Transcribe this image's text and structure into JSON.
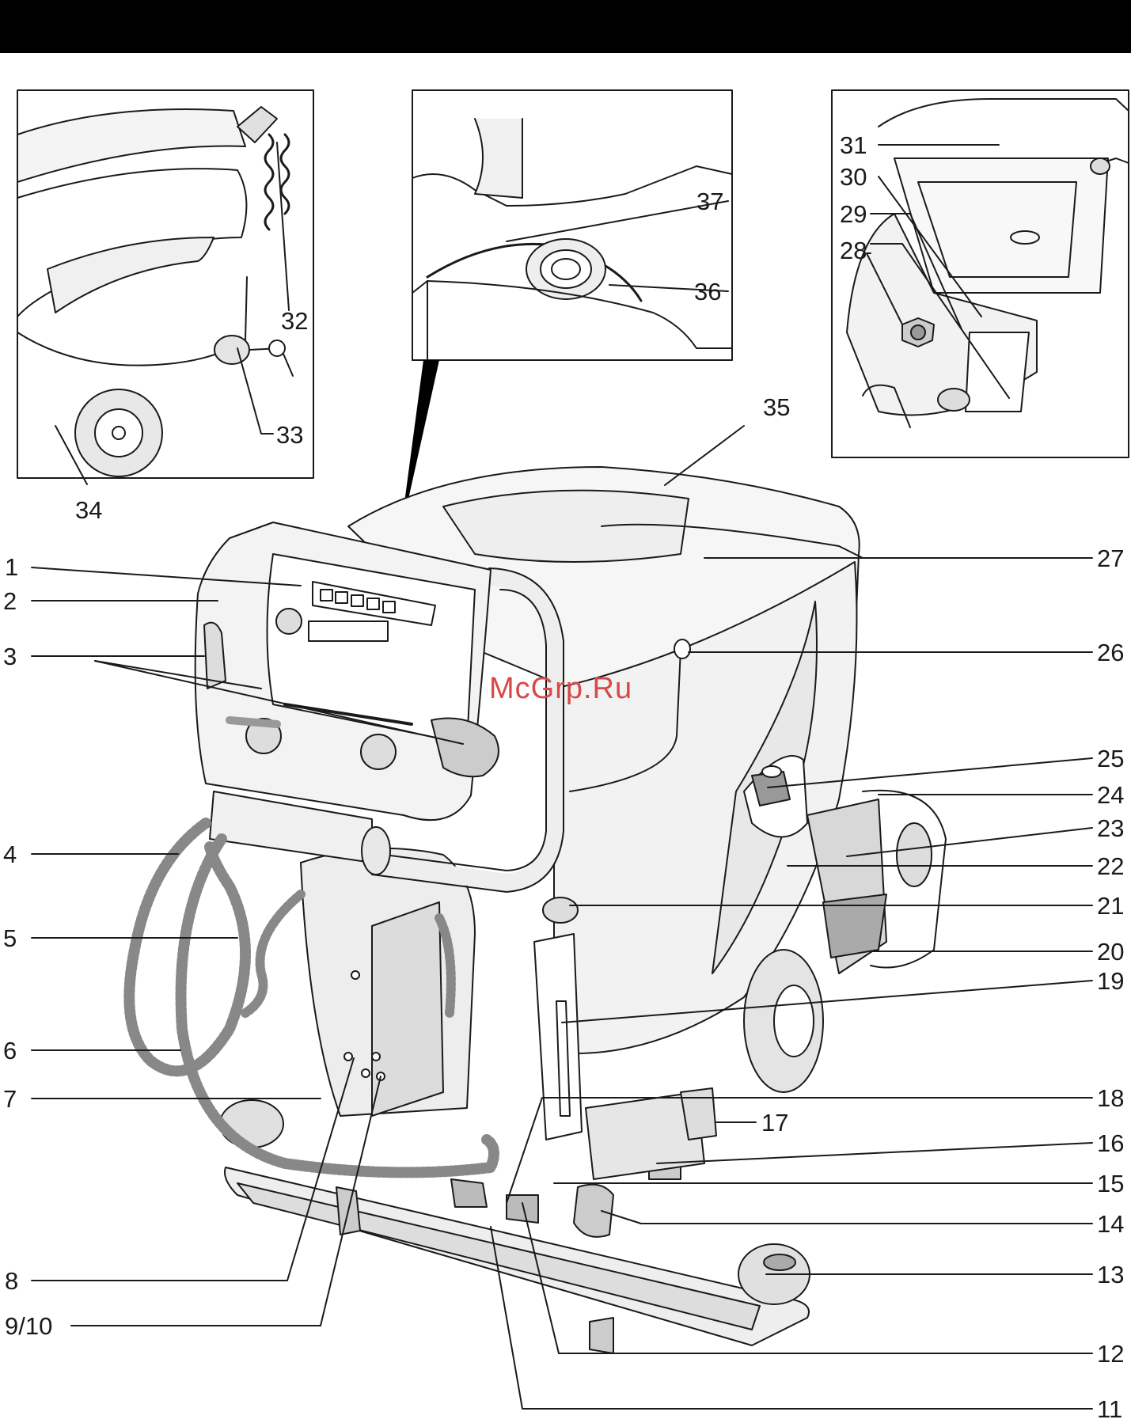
{
  "page": {
    "background": "#ffffff",
    "header_bar_color": "#000000",
    "watermark": "McGrp.Ru",
    "watermark_color": "#d94848"
  },
  "callouts": {
    "c1": "1",
    "c2": "2",
    "c3": "3",
    "c4": "4",
    "c5": "5",
    "c6": "6",
    "c7": "7",
    "c8": "8",
    "c9_10": "9/10",
    "c11": "11",
    "c12": "12",
    "c13": "13",
    "c14": "14",
    "c15": "15",
    "c16": "16",
    "c17": "17",
    "c18": "18",
    "c19": "19",
    "c20": "20",
    "c21": "21",
    "c22": "22",
    "c23": "23",
    "c24": "24",
    "c25": "25",
    "c26": "26",
    "c27": "27",
    "c28": "28",
    "c29": "29",
    "c30": "30",
    "c31": "31",
    "c32": "32",
    "c33": "33",
    "c34": "34",
    "c35": "35",
    "c36": "36",
    "c37": "37"
  }
}
